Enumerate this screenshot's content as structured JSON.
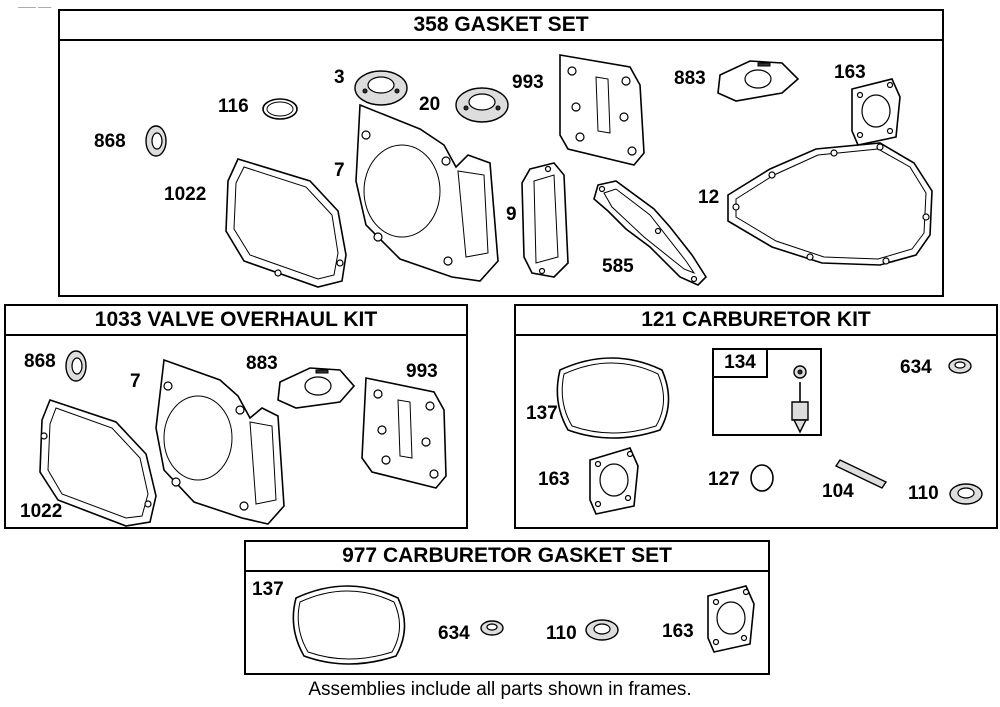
{
  "corner_text": "____ ___",
  "caption": "Assemblies include all parts shown in frames.",
  "gasket_set": {
    "title": "358 GASKET SET",
    "labels": {
      "p3": "3",
      "p116": "116",
      "p20": "20",
      "p993": "993",
      "p883": "883",
      "p163": "163",
      "p868": "868",
      "p7": "7",
      "p1022": "1022",
      "p9": "9",
      "p12": "12",
      "p585": "585"
    }
  },
  "valve_kit": {
    "title": "1033 VALVE OVERHAUL KIT",
    "labels": {
      "p868": "868",
      "p7": "7",
      "p883": "883",
      "p993": "993",
      "p1022": "1022"
    }
  },
  "carb_kit": {
    "title": "121 CARBURETOR KIT",
    "sub_title": "134",
    "labels": {
      "p634": "634",
      "p137": "137",
      "p163": "163",
      "p127": "127",
      "p104": "104",
      "p110": "110"
    }
  },
  "carb_gasket_set": {
    "title": "977 CARBURETOR  GASKET SET",
    "labels": {
      "p137": "137",
      "p634": "634",
      "p110": "110",
      "p163": "163"
    }
  },
  "icons": [
    "gasket",
    "seal",
    "o-ring",
    "needle-valve",
    "pin",
    "washer"
  ]
}
